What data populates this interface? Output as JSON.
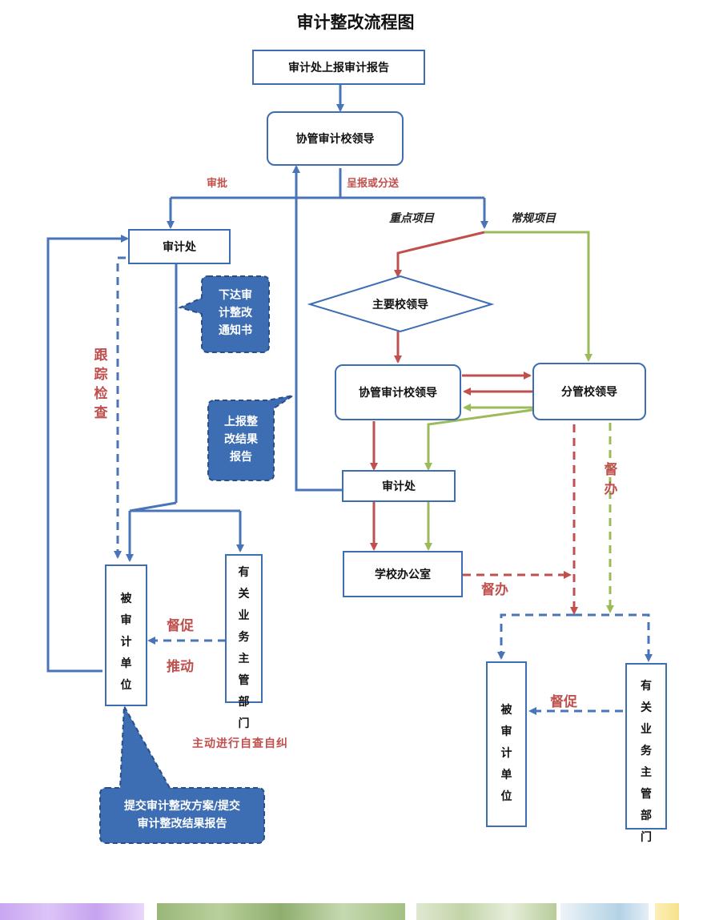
{
  "title": "审计整改流程图",
  "nodes": {
    "report_upload": "审计处上报审计报告",
    "assist_leader_top": "协管审计校领导",
    "audit_office_left": "审计处",
    "main_leader": "主要校领导",
    "assist_leader_mid": "协管审计校领导",
    "branch_leader": "分管校领导",
    "audit_office_mid": "审计处",
    "school_office": "学校办公室",
    "audited_unit_left": [
      "被",
      "审",
      "计",
      "单",
      "位"
    ],
    "related_dept_left": [
      "有",
      "关",
      "业",
      "务",
      "主",
      "管",
      "部",
      "门"
    ],
    "audited_unit_right": [
      "被",
      "审",
      "计",
      "单",
      "位"
    ],
    "related_dept_right": [
      "有",
      "关",
      "业",
      "务",
      "主",
      "管",
      "部",
      "门"
    ]
  },
  "labels": {
    "approve": "审批",
    "submit_or_forward": "呈报或分送",
    "key_project": "重点项目",
    "regular_project": "常规项目",
    "follow_up_check": [
      "跟",
      "踪",
      "检",
      "查"
    ],
    "supervise_left": "督促",
    "promote": "推动",
    "self_check": "主动进行自查自纠",
    "supervise_handle_office": "督办",
    "supervise_handle_branch": [
      "督",
      "办"
    ],
    "supervise_right": "督促"
  },
  "callouts": {
    "issue_notice": [
      "下达审",
      "计整改",
      "通知书"
    ],
    "report_result": [
      "上报整",
      "改结果",
      "报告"
    ],
    "submit_plan": [
      "提交审计整改方案/提交",
      "审计整改结果报告"
    ]
  },
  "colors": {
    "blue": "#4a74b8",
    "red": "#c0504d",
    "green": "#9bbb59",
    "callout_fill": "#3d6db3",
    "callout_border": "#2a4f85"
  }
}
